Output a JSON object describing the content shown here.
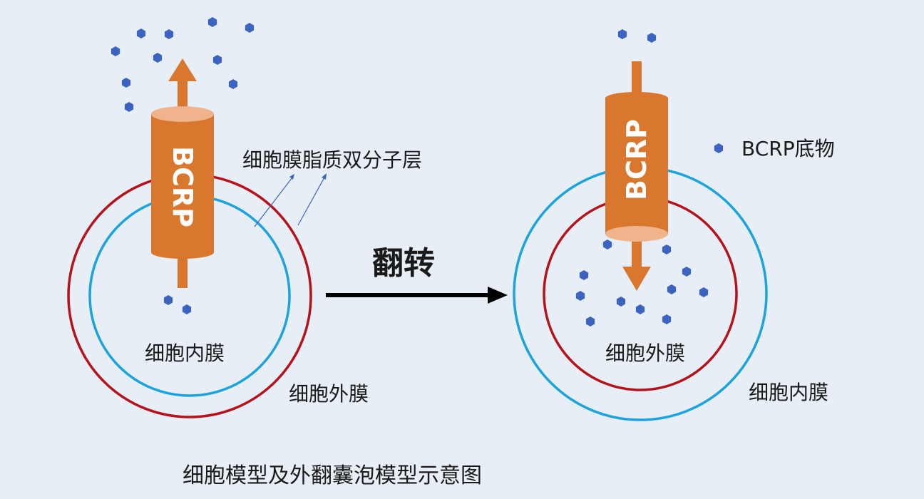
{
  "labels": {
    "lipid_bilayer": "细胞膜脂质双分子层",
    "flip": "翻转",
    "legend_substrate": "BCRP底物",
    "caption": "细胞模型及外翻囊泡模型示意图"
  },
  "left_model": {
    "transporter": "BCRP",
    "inner_label": "细胞内膜",
    "outer_label": "细胞外膜"
  },
  "right_model": {
    "transporter": "BCRP",
    "inner_label": "细胞外膜",
    "outer_label": "细胞内膜"
  },
  "colors": {
    "background": "#e7eef6",
    "outer_membrane": "#b5121b",
    "inner_membrane": "#1aa3de",
    "transporter": "#d9772f",
    "transporter_top": "#f0b48c",
    "substrate": "#3a64c0",
    "pointer_line": "#3a64c0",
    "flip_arrow": "#000000"
  },
  "icons": {
    "substrate": "hexagon-dot",
    "flip_arrow": "arrow-right"
  }
}
